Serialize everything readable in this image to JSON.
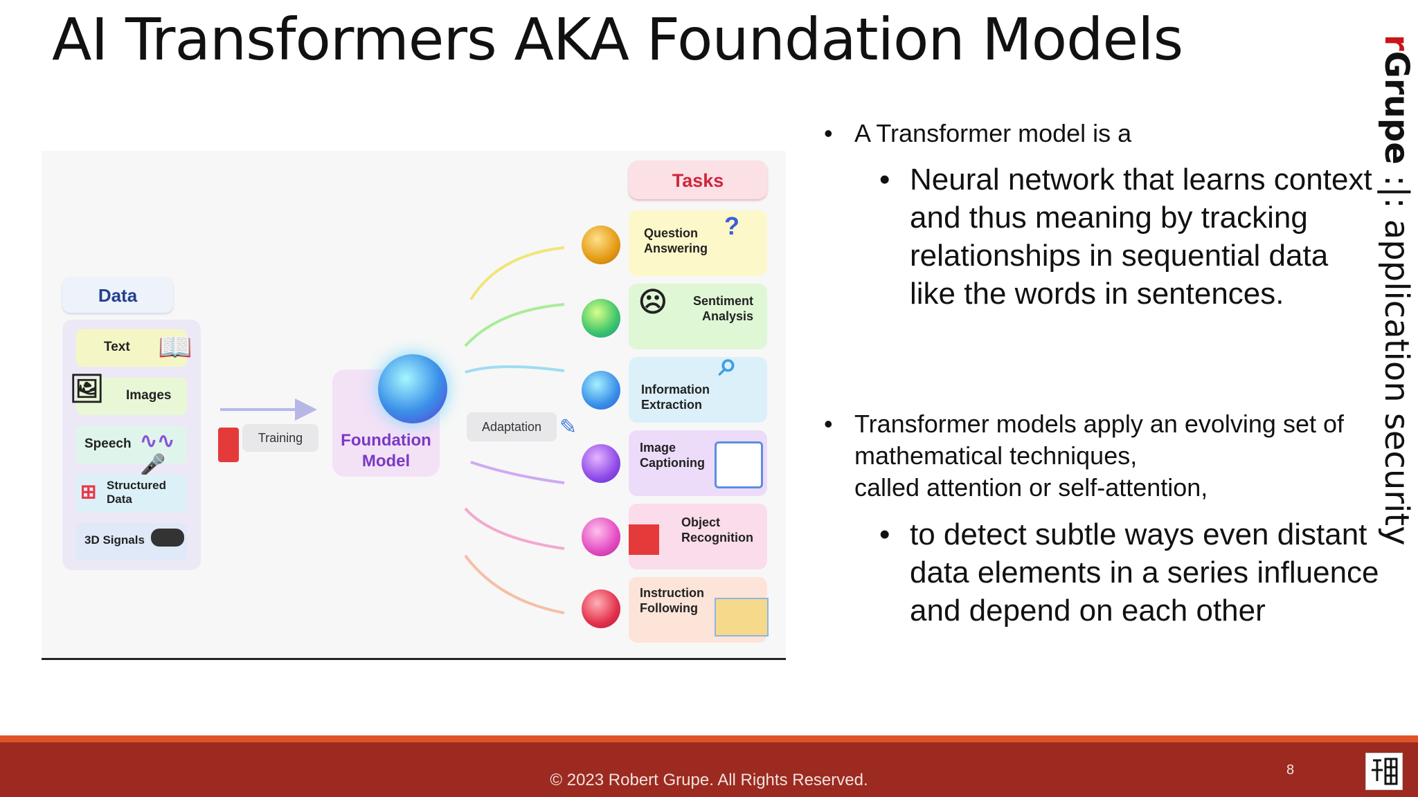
{
  "slide": {
    "title": "AI Transformers AKA Foundation Models",
    "side_brand": {
      "r": "r",
      "grupe": "Grupe",
      "rest": " :|: application security"
    }
  },
  "diagram": {
    "data_header": "Data",
    "data_items": [
      "Text",
      "Images",
      "Speech",
      "Structured Data",
      "3D Signals"
    ],
    "training_label": "Training",
    "model_label": "Foundation Model",
    "adaptation_label": "Adaptation",
    "tasks_header": "Tasks",
    "tasks": [
      {
        "label": "Question Answering",
        "color": "#fdf8c9"
      },
      {
        "label": "Sentiment Analysis",
        "color": "#dff7d5"
      },
      {
        "label": "Information Extraction",
        "color": "#dcf0fa"
      },
      {
        "label": "Image Captioning",
        "color": "#ecdcfa"
      },
      {
        "label": "Object Recognition",
        "color": "#fbdcea"
      },
      {
        "label": "Instruction Following",
        "color": "#fde4d9"
      }
    ]
  },
  "bullets": {
    "b1": "A Transformer model is a",
    "b1_sub": "Neural network that learns context and thus meaning by tracking relationships in sequential data like the words in sentences.",
    "b2": "Transformer models apply an evolving set of mathematical techniques,\ncalled attention or self-attention,",
    "b2_sub": "to detect subtle ways even distant data elements in a series influence and depend on each other"
  },
  "footer": {
    "copyright": "© 2023 Robert Grupe. All Rights Reserved.",
    "page_number": "8"
  },
  "colors": {
    "footer": "#9c2a20",
    "footer_accent": "#de5427",
    "brand_red": "#c8151b"
  }
}
